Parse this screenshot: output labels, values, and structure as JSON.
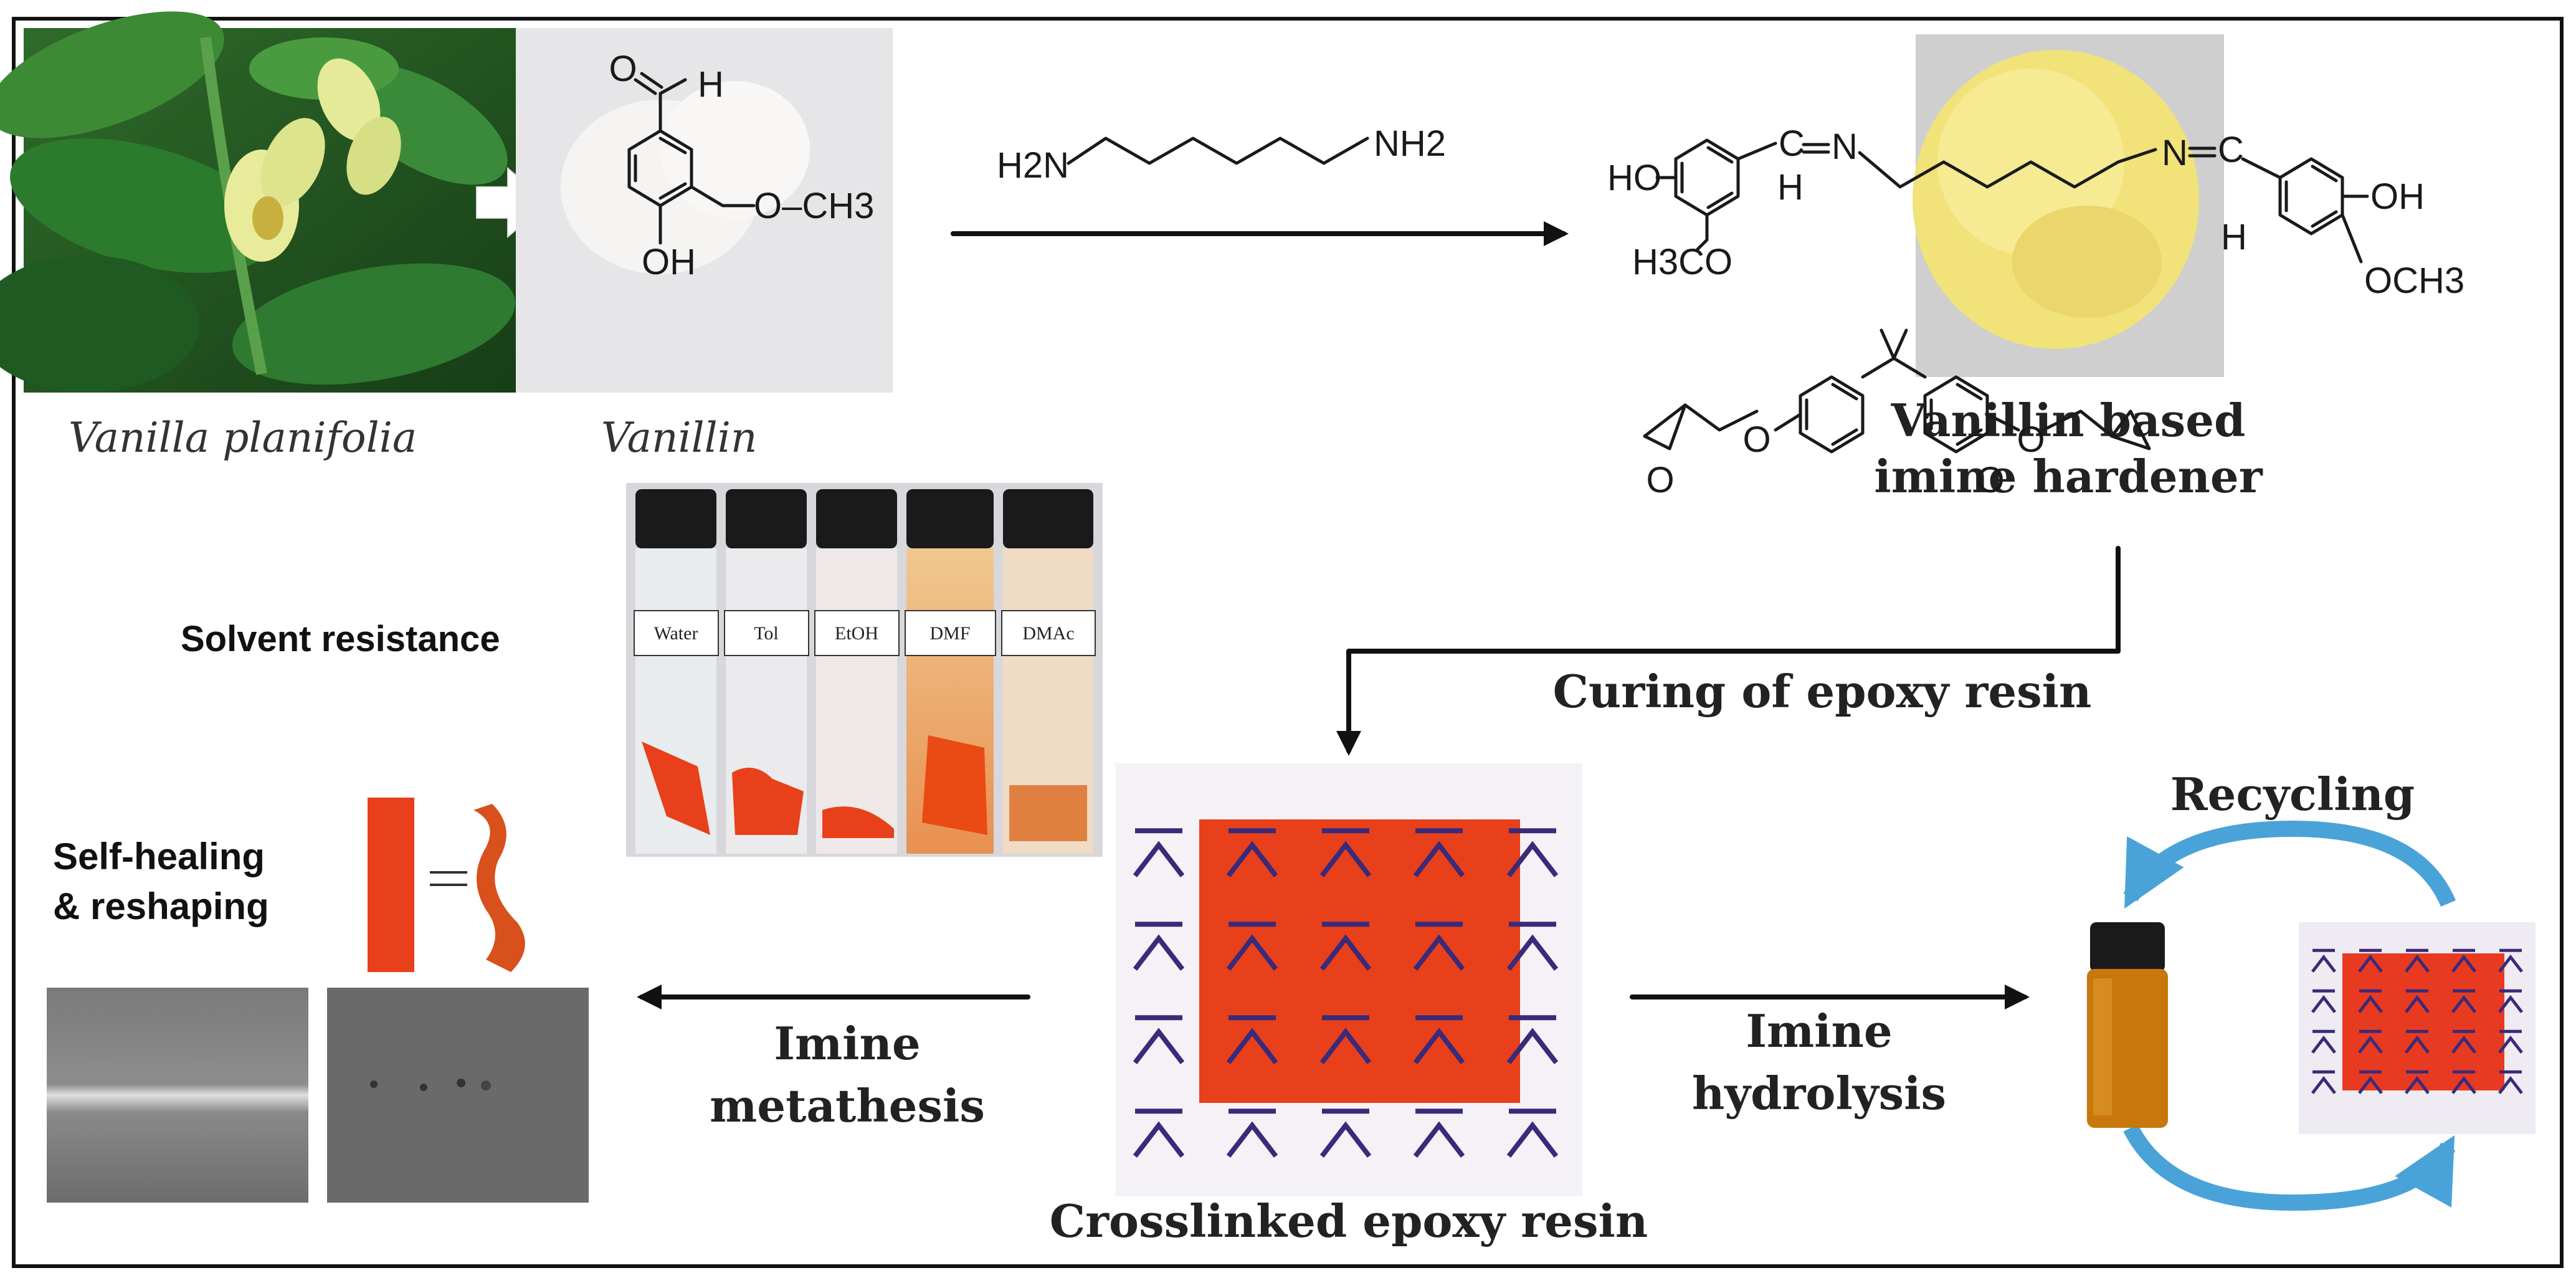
{
  "labels": {
    "vanilla_plant": "Vanilla planifolia",
    "vanillin": "Vanillin",
    "hardener_line1": "Vanillin based",
    "hardener_line2": "imine hardener",
    "solvent_resistance": "Solvent resistance",
    "curing": "Curing of epoxy resin",
    "self_healing_line1": "Self-healing",
    "self_healing_line2": "& reshaping",
    "recycling": "Recycling",
    "metathesis_line1": "Imine",
    "metathesis_line2": "metathesis",
    "hydrolysis_line1": "Imine",
    "hydrolysis_line2": "hydrolysis",
    "crosslinked": "Crosslinked epoxy resin"
  },
  "chemistry": {
    "vanillin_aldehyde_H": "H",
    "vanillin_methoxy": "O–CH3",
    "vanillin_hydroxyl": "OH",
    "diamine_left": "H2N",
    "diamine_right": "NH2",
    "hardener_left_HO": "HO",
    "hardener_left_H3CO": "H3CO",
    "hardener_right_OH": "OH",
    "hardener_right_OCH3": "OCH3",
    "hardener_N": "N",
    "hardener_H": "H",
    "hardener_C": "C",
    "epoxy_O": "O"
  },
  "vials": [
    "Water",
    "Tol",
    "EtOH",
    "DMF",
    "DMAc"
  ],
  "colors": {
    "resin": "#e8401a",
    "recycle_arrow": "#4aa3d8",
    "hardener_powder": "#f1e27a",
    "tag_mark": "#4a3a8a"
  }
}
